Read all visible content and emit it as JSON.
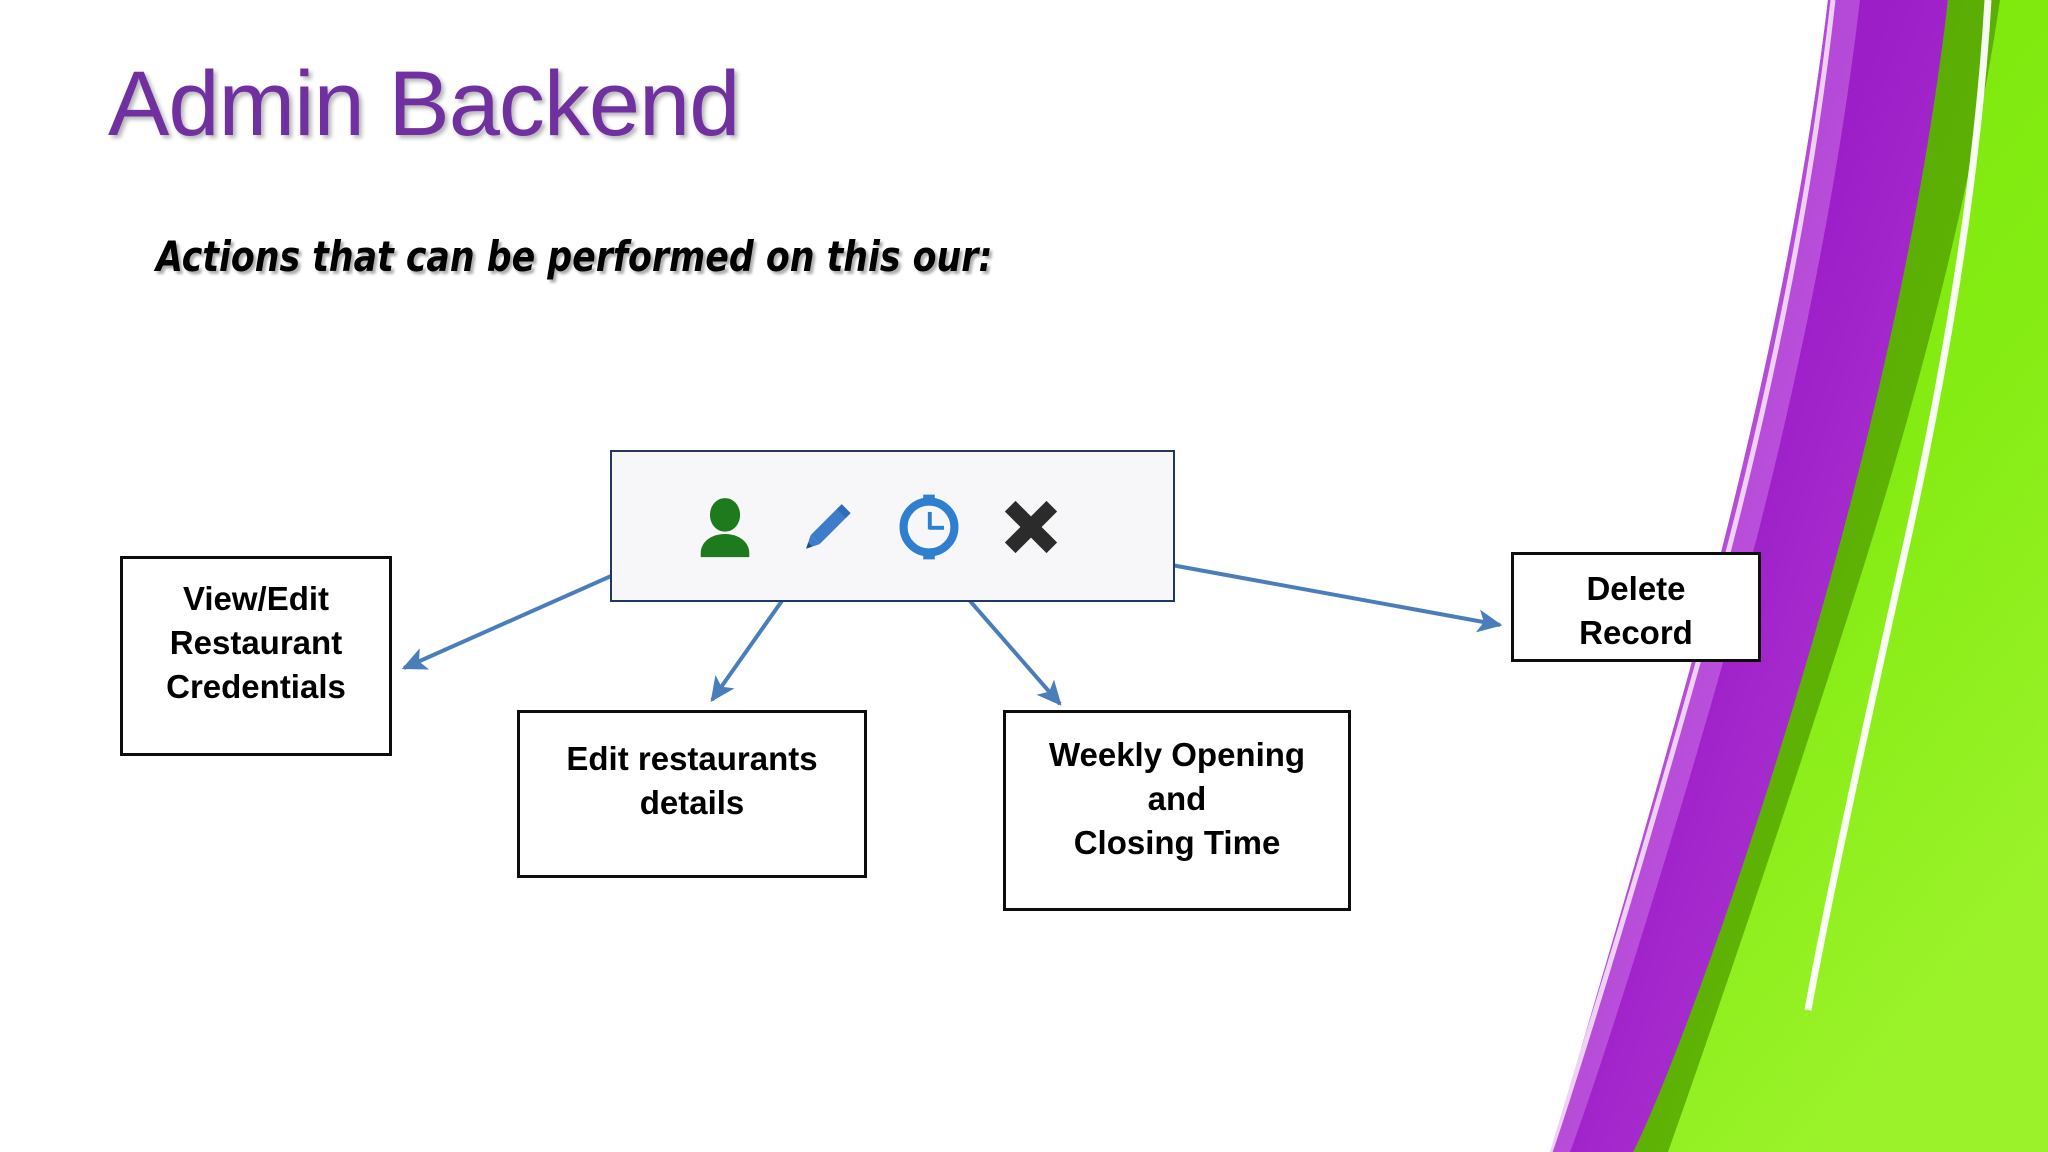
{
  "slide": {
    "title": "Admin Backend",
    "subtitle": "Actions that can be performed on this our:",
    "title_color": "#7030a0",
    "background_color": "#ffffff"
  },
  "toolbar": {
    "border_color": "#1f3864",
    "fill_color": "#f7f6f8",
    "icons": [
      {
        "name": "user-icon",
        "label": "View/Edit Restaurant Credentials",
        "color": "#1d7a1d"
      },
      {
        "name": "pencil-icon",
        "label": "Edit restaurants details",
        "color": "#3d7cc9"
      },
      {
        "name": "clock-icon",
        "label": "Weekly Opening and Closing Time",
        "color": "#2e7fd0"
      },
      {
        "name": "close-x-icon",
        "label": "Delete Record",
        "color": "#2b2b2b"
      }
    ]
  },
  "callouts": [
    {
      "id": "view",
      "text": "View/Edit\nRestaurant\nCredentials"
    },
    {
      "id": "edit",
      "text": "Edit restaurants\ndetails"
    },
    {
      "id": "weekly",
      "text": "Weekly Opening\nand\nClosing Time"
    },
    {
      "id": "delete",
      "text": "Delete\nRecord"
    }
  ],
  "arrows": {
    "color": "#4a7ebb",
    "connections": [
      {
        "from": "user-icon",
        "to": "view"
      },
      {
        "from": "pencil-icon",
        "to": "edit"
      },
      {
        "from": "clock-icon",
        "to": "weekly"
      },
      {
        "from": "close-x-icon",
        "to": "delete"
      }
    ]
  },
  "decoration": {
    "purple": "#9b19c4",
    "purple_dark": "#7a13a0",
    "purple_light": "#c45ce0",
    "green": "#76e006",
    "green_dark": "#5fb504",
    "highlight": "#ffffff"
  }
}
